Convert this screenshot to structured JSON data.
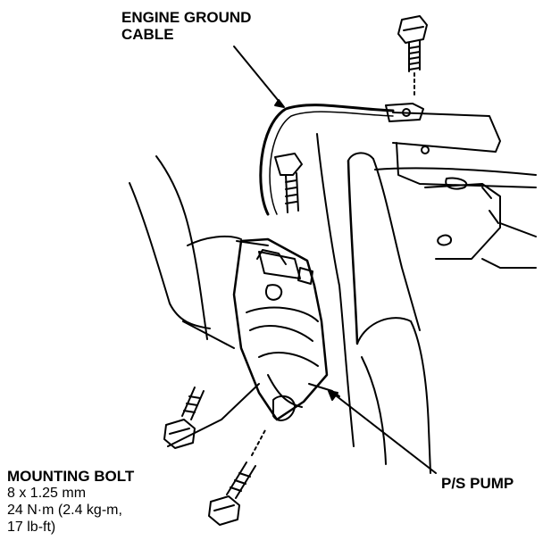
{
  "labels": {
    "engine_ground_cable": [
      "ENGINE GROUND",
      "CABLE"
    ],
    "mounting_bolt": [
      "MOUNTING BOLT",
      "8 x 1.25 mm",
      "24 N·m (2.4 kg-m,",
      "17 lb-ft)"
    ],
    "ps_pump": "P/S PUMP"
  },
  "colors": {
    "ink": "#000000",
    "paper": "#ffffff"
  }
}
